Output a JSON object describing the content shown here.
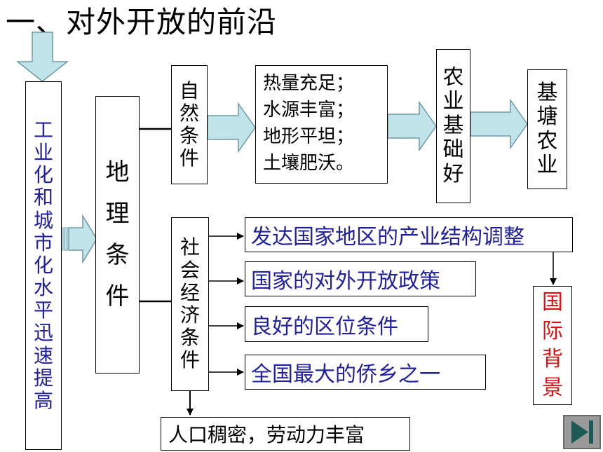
{
  "title": "一、对外开放的前沿",
  "left_column": "工业化和城市化水平迅速提高",
  "geo_conditions": "地理条件",
  "natural_conditions": "自然条件",
  "natural_details": [
    "热量充足；",
    "水源丰富；",
    "地形平坦；",
    "土壤肥沃。"
  ],
  "agri_foundation": "农业基础好",
  "dike_pond": "基塘农业",
  "socio_conditions": "社会经济条件",
  "socio_items": [
    "发达国家地区的产业结构调整",
    "国家的对外开放政策",
    "良好的区位条件",
    "全国最大的侨乡之一"
  ],
  "international_background": "国际背景",
  "population": "人口稠密，劳动力丰富",
  "colors": {
    "arrow_fill": "#c0e4ea",
    "arrow_stroke": "#6f9aa4",
    "blue_text": "#2020a0",
    "red_text": "#e01010",
    "nav_fill": "#9a9a9a",
    "nav_icon": "#1d5a56"
  },
  "icons": {
    "next_slide": "play-end-icon"
  }
}
